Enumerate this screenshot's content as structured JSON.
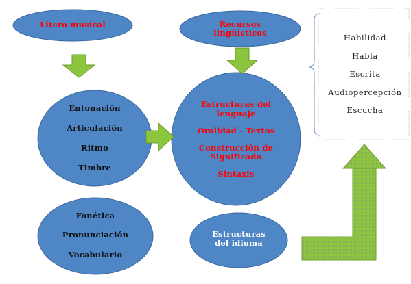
{
  "colors": {
    "ellipse_fill": "#4f86c6",
    "ellipse_stroke": "#39679d",
    "arrow_fill": "#8cc63e",
    "arrow_stroke": "#6d9a2d",
    "heading_text": "#ff0000",
    "body_text": "#111111",
    "list_text": "#222222"
  },
  "nodes": {
    "litero": {
      "lines": [
        "Lítero musical"
      ]
    },
    "recursos": {
      "lines": [
        "Recursos",
        "lingüísticos"
      ]
    },
    "prosodia": {
      "lines": [
        "Entonación",
        "Articulación",
        "Ritmo",
        "Timbre"
      ]
    },
    "estructuras_lenguaje": {
      "lines": [
        "Estructuras del",
        "lenguaje",
        "Oralidad - Textos",
        "Construcción de",
        "Significado",
        "Sintaxis"
      ]
    },
    "fonetica": {
      "lines": [
        "Fonética",
        "Pronunciación",
        "Vocabulario"
      ]
    },
    "estructuras_idioma": {
      "lines": [
        "Estructuras",
        "del idioma"
      ]
    }
  },
  "habilidades": {
    "items": [
      "Habilidad",
      "Habla",
      "Escrita",
      "Audiopercepción",
      "Escucha"
    ]
  }
}
